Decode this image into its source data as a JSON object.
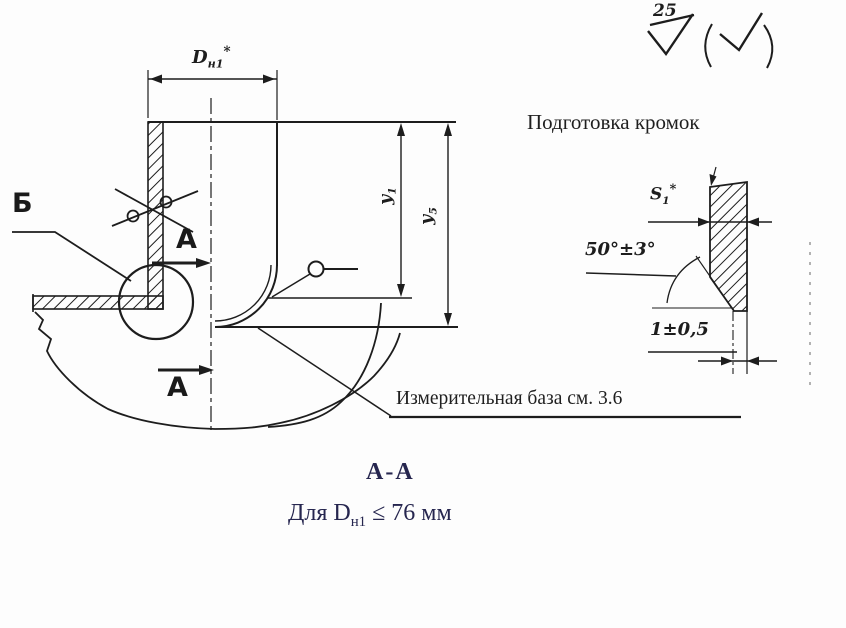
{
  "surface_mark": {
    "roughness": "25"
  },
  "edge_prep_title": "Подготовка кромок",
  "main_view": {
    "detail_label": "Б",
    "section_letter_top": "А",
    "section_letter_bottom": "А",
    "dim_diameter": {
      "base": "D",
      "sub": "н1",
      "star": "*"
    },
    "dim_y1": {
      "base": "у",
      "sub": "1"
    },
    "dim_y5": {
      "base": "у",
      "sub": "5"
    },
    "note_base": "Измерительная база см. 3.6"
  },
  "detail_view": {
    "dim_s": {
      "base": "S",
      "sub": "1",
      "star": "*"
    },
    "dim_angle": "50°±3°",
    "dim_gap": "1±0,5"
  },
  "caption": {
    "section_name": "А-А",
    "condition_prefix": "Для D",
    "condition_sub": "н1",
    "condition_suffix": " ≤ 76 мм"
  }
}
